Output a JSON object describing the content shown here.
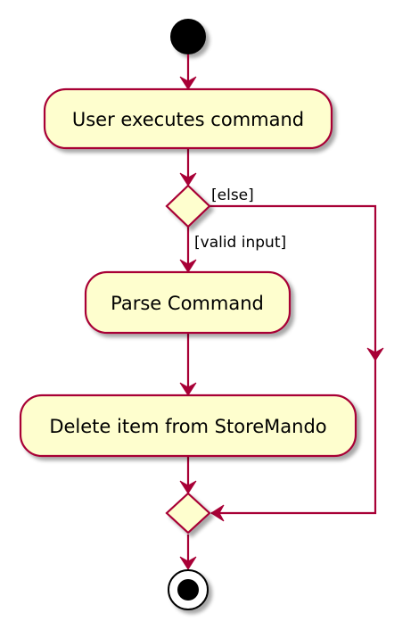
{
  "diagram": {
    "actions": {
      "execute": "User executes command",
      "parse": "Parse Command",
      "delete": "Delete item from StoreMando"
    },
    "guards": {
      "else": "[else]",
      "valid": "[valid input]"
    },
    "colors": {
      "node_fill": "#FEFECE",
      "line": "#A80036",
      "start_end": "#000000",
      "shadow": "#C8C8C8"
    }
  }
}
